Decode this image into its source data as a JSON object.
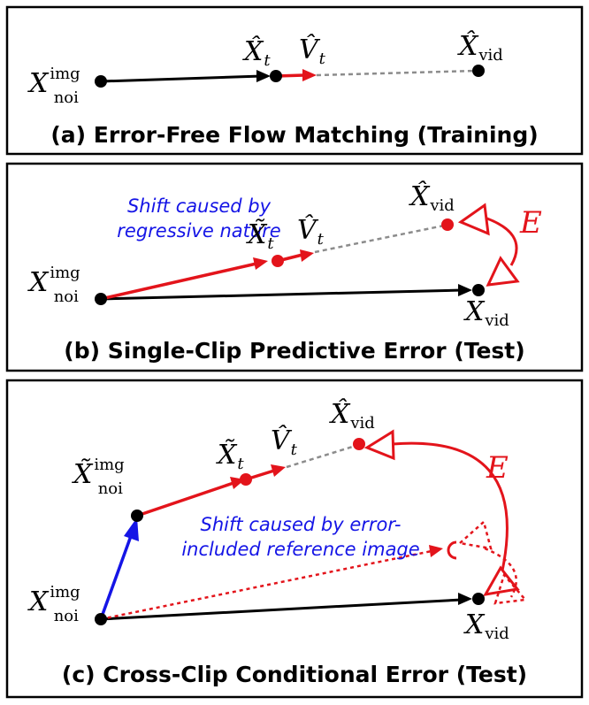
{
  "colors": {
    "black": "#000000",
    "red": "#e3141b",
    "blue": "#1515e6",
    "gray": "#8c8c8c"
  },
  "panel_a": {
    "caption": "(a) Error-Free Flow Matching (Training)",
    "start_symbol": "X",
    "start_sup": "img",
    "start_sub": "noi",
    "xt_symbol": "X̂",
    "xt_sub": "t",
    "vt_symbol": "V̂",
    "vt_sub": "t",
    "vid_symbol": "X̂",
    "vid_sub": "vid"
  },
  "panel_b": {
    "caption": "(b)  Single-Clip Predictive Error (Test)",
    "note_line1": "Shift caused by",
    "note_line2": "regressive nature",
    "start_symbol": "X",
    "start_sup": "img",
    "start_sub": "noi",
    "xt_symbol": "X̃",
    "xt_sub": "t",
    "vt_symbol": "V̂",
    "vt_sub": "t",
    "pred_symbol": "X̂",
    "pred_sub": "vid",
    "target_symbol": "X",
    "target_sub": "vid",
    "error_label": "E"
  },
  "panel_c": {
    "caption": "(c) Cross-Clip Conditional Error (Test)",
    "note_line1": "Shift caused by error-",
    "note_line2": "included reference image",
    "start_symbol": "X",
    "start_sup": "img",
    "start_sub": "noi",
    "shifted_symbol": "X̃",
    "shifted_sup": "img",
    "shifted_sub": "noi",
    "xt_symbol": "X̃",
    "xt_sub": "t",
    "vt_symbol": "V̂",
    "vt_sub": "t",
    "pred_symbol": "X̂",
    "pred_sub": "vid",
    "target_symbol": "X",
    "target_sub": "vid",
    "error_label": "E"
  }
}
